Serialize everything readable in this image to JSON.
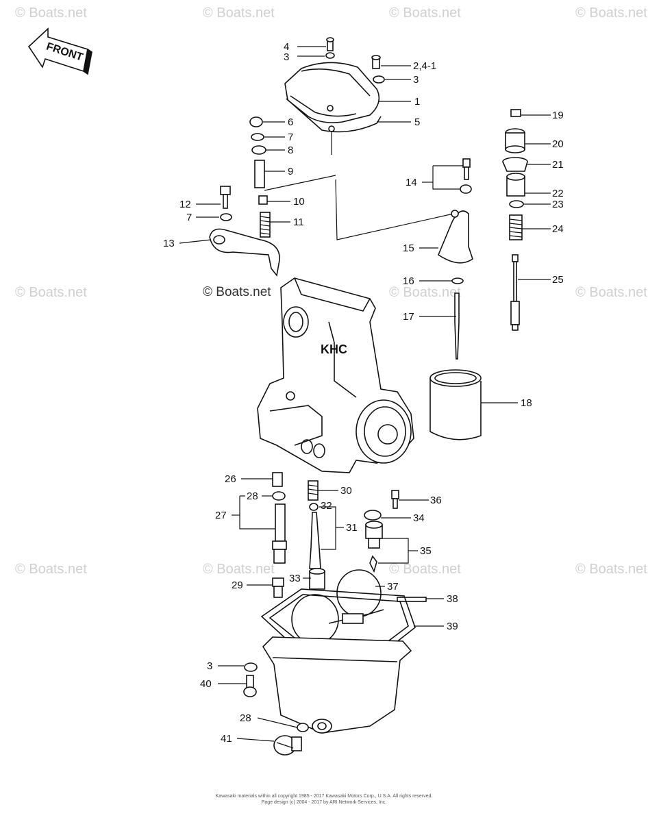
{
  "watermarks": {
    "corner": "© Boats.net",
    "center": "© Boats.net"
  },
  "front_label": "FRONT",
  "callouts": [
    {
      "id": "c4",
      "text": "4"
    },
    {
      "id": "c3a",
      "text": "3"
    },
    {
      "id": "c2",
      "text": "2,4-1"
    },
    {
      "id": "c3b",
      "text": "3"
    },
    {
      "id": "c1",
      "text": "1"
    },
    {
      "id": "c5",
      "text": "5"
    },
    {
      "id": "c6",
      "text": "6"
    },
    {
      "id": "c7a",
      "text": "7"
    },
    {
      "id": "c8",
      "text": "8"
    },
    {
      "id": "c9",
      "text": "9"
    },
    {
      "id": "c10",
      "text": "10"
    },
    {
      "id": "c11",
      "text": "11"
    },
    {
      "id": "c12",
      "text": "12"
    },
    {
      "id": "c7b",
      "text": "7"
    },
    {
      "id": "c13",
      "text": "13"
    },
    {
      "id": "c14",
      "text": "14"
    },
    {
      "id": "c15",
      "text": "15"
    },
    {
      "id": "c16",
      "text": "16"
    },
    {
      "id": "c17",
      "text": "17"
    },
    {
      "id": "c18",
      "text": "18"
    },
    {
      "id": "c19",
      "text": "19"
    },
    {
      "id": "c20",
      "text": "20"
    },
    {
      "id": "c21",
      "text": "21"
    },
    {
      "id": "c22",
      "text": "22"
    },
    {
      "id": "c23",
      "text": "23"
    },
    {
      "id": "c24",
      "text": "24"
    },
    {
      "id": "c25",
      "text": "25"
    },
    {
      "id": "c26",
      "text": "26"
    },
    {
      "id": "c28a",
      "text": "28"
    },
    {
      "id": "c27",
      "text": "27"
    },
    {
      "id": "c30",
      "text": "30"
    },
    {
      "id": "c32",
      "text": "32"
    },
    {
      "id": "c31",
      "text": "31"
    },
    {
      "id": "c36",
      "text": "36"
    },
    {
      "id": "c34",
      "text": "34"
    },
    {
      "id": "c35",
      "text": "35"
    },
    {
      "id": "c29",
      "text": "29"
    },
    {
      "id": "c33",
      "text": "33"
    },
    {
      "id": "c37",
      "text": "37"
    },
    {
      "id": "c38",
      "text": "38"
    },
    {
      "id": "c39",
      "text": "39"
    },
    {
      "id": "c3c",
      "text": "3"
    },
    {
      "id": "c40",
      "text": "40"
    },
    {
      "id": "c28b",
      "text": "28"
    },
    {
      "id": "c41",
      "text": "41"
    }
  ],
  "footer": {
    "line1": "Kawasaki materials within all copyright 1985 - 2017 Kawasaki Motors Corp., U.S.A. All rights reserved.",
    "line2": "Page design (c) 2004 - 2017 by ARI Network Services, Inc."
  }
}
